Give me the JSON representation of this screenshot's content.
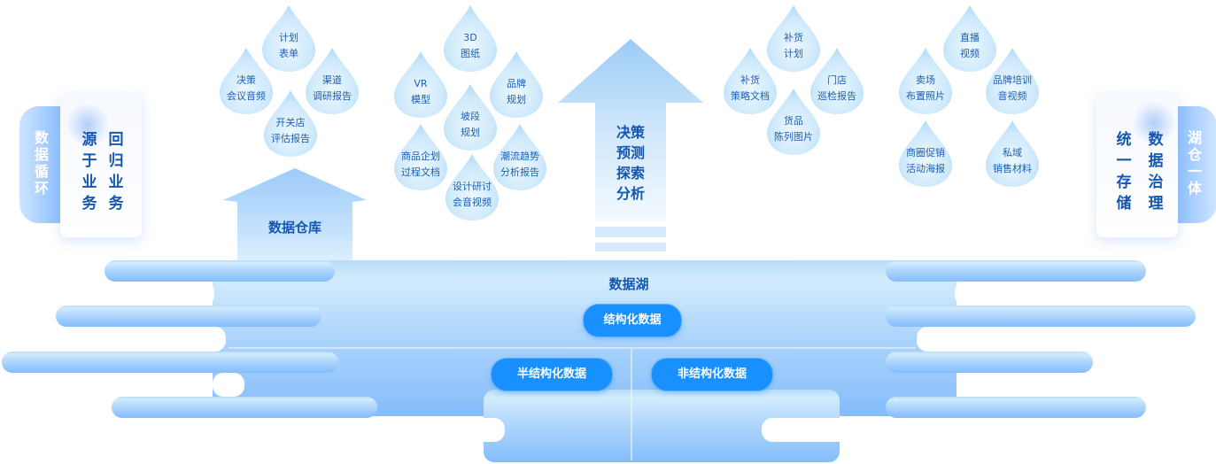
{
  "left_panel": {
    "tab_label": "数据循环",
    "card_columns": [
      "源于业务",
      "回归业务"
    ]
  },
  "right_panel": {
    "tab_label": "湖仓一体",
    "card_columns": [
      "统一存储",
      "数据治理"
    ]
  },
  "warehouse": {
    "label": "数据仓库"
  },
  "arrow": {
    "label_lines": [
      "决策",
      "预测",
      "探索",
      "分析"
    ]
  },
  "lake": {
    "title": "数据湖",
    "structured": "结构化数据",
    "semi_structured": "半结构化数据",
    "unstructured": "非结构化数据"
  },
  "droplet_groups": [
    {
      "name": "group-1",
      "items": [
        {
          "line1": "计划",
          "line2": "表单"
        },
        {
          "line1": "决策",
          "line2": "会议音频"
        },
        {
          "line1": "渠道",
          "line2": "调研报告"
        },
        {
          "line1": "开关店",
          "line2": "评估报告"
        }
      ]
    },
    {
      "name": "group-2",
      "items": [
        {
          "line1": "3D",
          "line2": "图纸"
        },
        {
          "line1": "VR",
          "line2": "模型"
        },
        {
          "line1": "品牌",
          "line2": "规划"
        },
        {
          "line1": "坡段",
          "line2": "规划"
        },
        {
          "line1": "商品企划",
          "line2": "过程文档"
        },
        {
          "line1": "潮流趋势",
          "line2": "分析报告"
        },
        {
          "line1": "设计研讨",
          "line2": "会音视频"
        }
      ]
    },
    {
      "name": "group-3",
      "items": [
        {
          "line1": "补货",
          "line2": "计划"
        },
        {
          "line1": "补货",
          "line2": "策略文档"
        },
        {
          "line1": "门店",
          "line2": "巡检报告"
        },
        {
          "line1": "货品",
          "line2": "陈列图片"
        }
      ]
    },
    {
      "name": "group-4",
      "items": [
        {
          "line1": "直播",
          "line2": "视频"
        },
        {
          "line1": "卖场",
          "line2": "布置照片"
        },
        {
          "line1": "品牌培训",
          "line2": "音视频"
        },
        {
          "line1": "商圈促销",
          "line2": "活动海报"
        },
        {
          "line1": "私域",
          "line2": "销售材料"
        }
      ]
    }
  ]
}
